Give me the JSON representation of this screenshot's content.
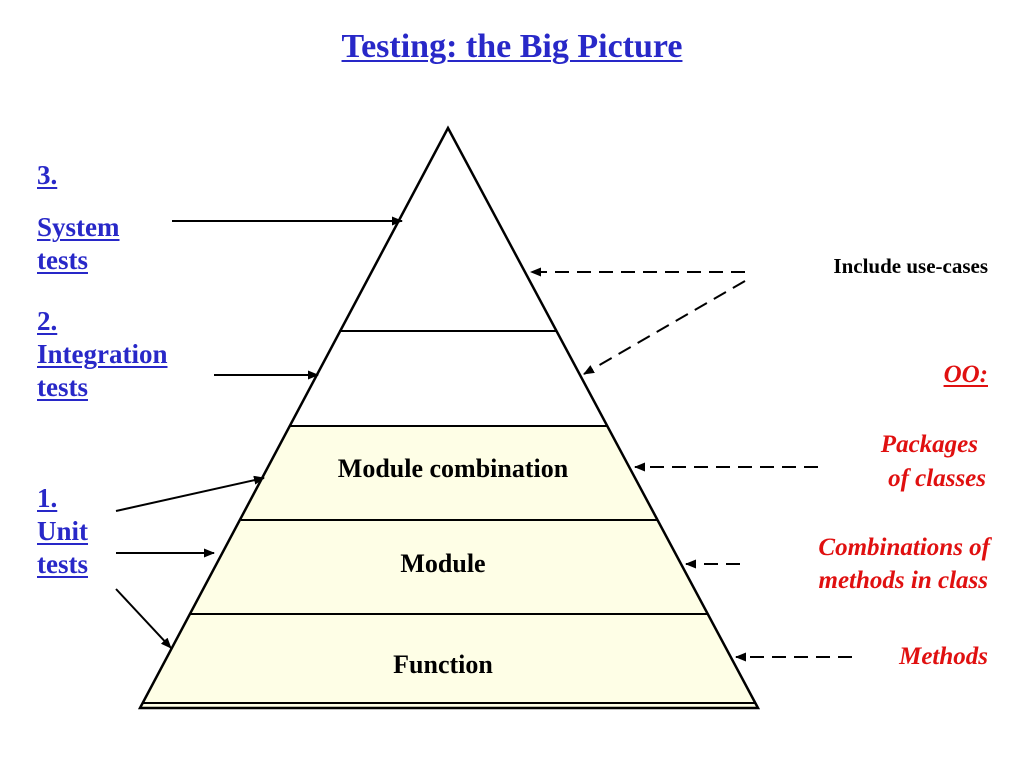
{
  "title": "Testing: the Big Picture",
  "left_labels": {
    "system": {
      "number": "3.",
      "line1": "System",
      "line2": "tests"
    },
    "integration": {
      "number": "2.",
      "line1": "Integration",
      "line2": "tests"
    },
    "unit": {
      "number": "1.",
      "line1": "Unit",
      "line2": "tests"
    }
  },
  "pyramid": {
    "levels": [
      "Module combination",
      "Module",
      "Function"
    ],
    "fill_color": "#fefee6",
    "line_color": "#000000"
  },
  "right_labels": {
    "use_cases": "Include use-cases",
    "oo": "OO:",
    "packages": {
      "line1": "Packages",
      "line2": "of classes"
    },
    "combinations": {
      "line1": "Combinations of",
      "line2": "methods in class"
    },
    "methods": "Methods"
  },
  "colors": {
    "title": "#2828c8",
    "left_labels": "#2828c8",
    "oo_labels": "#e01010",
    "text": "#000000"
  }
}
